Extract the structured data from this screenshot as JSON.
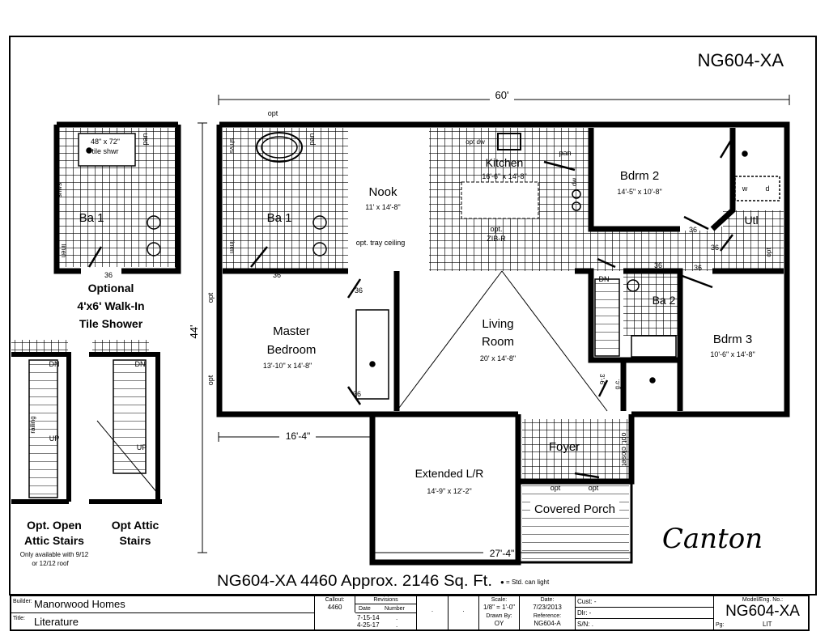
{
  "header": {
    "model": "NG604-XA"
  },
  "dimensions": {
    "width": "60'",
    "depth": "44'",
    "left_offset": "16'-4\"",
    "extension_width": "27'-4\""
  },
  "rooms": {
    "master_bath": "Ba 1",
    "nook": {
      "name": "Nook",
      "size": "11' x 14'-8\"",
      "note": "opt. tray ceiling"
    },
    "kitchen": {
      "name": "Kitchen",
      "size": "16'-6\" x 14'-8\"",
      "note1": "opt.",
      "note2": "ZIB-R",
      "dw": "opt dw",
      "pan": "pan",
      "dw2": "dw"
    },
    "bdrm2": {
      "name": "Bdrm 2",
      "size": "14'-5\" x 10'-8\""
    },
    "utility": {
      "name": "Utl",
      "washer": "w",
      "dryer": "d",
      "opt": "opt"
    },
    "master_bedroom": {
      "name1": "Master",
      "name2": "Bedroom",
      "size": "13'-10\" x 14'-8\""
    },
    "living": {
      "name1": "Living",
      "name2": "Room",
      "size": "20' x 14'-8\""
    },
    "bath2": "Ba 2",
    "bdrm3": {
      "name": "Bdrm 3",
      "size": "10'-6\" x 14'-8\""
    },
    "extended": {
      "name": "Extended L/R",
      "size": "14'-9\" x 12'-2\""
    },
    "foyer": {
      "name": "Foyer",
      "closet": "opt. closet",
      "gc": "g.c."
    },
    "porch": {
      "name": "Covered Porch",
      "opt": "opt"
    },
    "stairs_dn": "DN",
    "shlvs": "shlvs",
    "linen": "linen",
    "opt": "opt",
    "door": "36",
    "dim36": "3'-6\""
  },
  "options": {
    "shower": {
      "size1": "48\" x 72\"",
      "size2": "tile shwr",
      "label1": "Optional",
      "label2": "4'x6' Walk-In",
      "label3": "Tile Shower"
    },
    "open_stairs": {
      "label1": "Opt. Open",
      "label2": "Attic Stairs",
      "note1": "Only available with 9/12",
      "note2": "or 12/12 roof",
      "railing": "railing"
    },
    "attic_stairs": {
      "label1": "Opt Attic",
      "label2": "Stairs"
    },
    "dn": "DN",
    "up": "UP"
  },
  "plan_name": "Canton",
  "summary": {
    "text": "NG604-XA 4460  Approx. 2146 Sq. Ft.",
    "legend": "● = Std. can light"
  },
  "title_block": {
    "builder_label": "Builder:",
    "builder": "Manorwood Homes",
    "title_label": "Title:",
    "title": "Literature",
    "callout_label": "Callout:",
    "callout": "4460",
    "revisions_label": "Revisions",
    "rev_date": "Date",
    "rev_number": "Number",
    "rev1": "7-15-14",
    "rev2": "4-25-17",
    "dot": ".",
    "scale_label": "Scale:",
    "scale": "1/8\" = 1'-0\"",
    "drawn_label": "Drawn By:",
    "drawn": "OY",
    "date_label": "Date:",
    "date": "7/23/2013",
    "ref_label": "Reference:",
    "ref": "NG604-A",
    "cust": "Cust: -",
    "dlr": "Dlr: -",
    "sn": "S/N: .",
    "model_label": "Model/Eng. No.:",
    "model": "NG604-XA",
    "pg_label": "Pg:",
    "pg": "LIT"
  }
}
